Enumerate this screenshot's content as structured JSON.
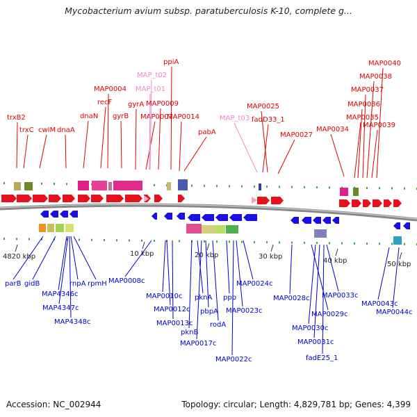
{
  "title": "Mycobacterium avium subsp. paratuberculosis K-10, complete g...",
  "accession_text": "Accession: NC_002944",
  "summary_text": "Topology: circular; Length: 4,829,781 bp; Genes: 4,399",
  "colors": {
    "forward_label": "#dd0000",
    "trna_label": "#ee88cc",
    "reverse_label": "#0000cc",
    "backbone": "#999999"
  },
  "ticks": [
    {
      "label": "4820 kbp"
    },
    {
      "label": "10 kbp"
    },
    {
      "label": "20 kbp"
    },
    {
      "label": "30 kbp"
    },
    {
      "label": "40 kbp"
    },
    {
      "label": "50 kbp"
    }
  ],
  "top_labels": [
    {
      "text": "trxB2",
      "kind": "gene"
    },
    {
      "text": "trxC",
      "kind": "gene"
    },
    {
      "text": "cwlM",
      "kind": "gene"
    },
    {
      "text": "dnaA",
      "kind": "gene"
    },
    {
      "text": "dnaN",
      "kind": "gene"
    },
    {
      "text": "recF",
      "kind": "gene"
    },
    {
      "text": "MAP0004",
      "kind": "gene"
    },
    {
      "text": "gyrB",
      "kind": "gene"
    },
    {
      "text": "gyrA",
      "kind": "gene"
    },
    {
      "text": "MAP0007",
      "kind": "gene"
    },
    {
      "text": "MAP_t01",
      "kind": "trna"
    },
    {
      "text": "MAP_t02",
      "kind": "trna"
    },
    {
      "text": "MAP0009",
      "kind": "gene"
    },
    {
      "text": "ppiA",
      "kind": "gene"
    },
    {
      "text": "MAP0014",
      "kind": "gene"
    },
    {
      "text": "pabA",
      "kind": "gene"
    },
    {
      "text": "MAP_t03",
      "kind": "trna"
    },
    {
      "text": "fadD33_1",
      "kind": "gene"
    },
    {
      "text": "MAP0025",
      "kind": "gene"
    },
    {
      "text": "MAP0027",
      "kind": "gene"
    },
    {
      "text": "MAP0034",
      "kind": "gene"
    },
    {
      "text": "MAP0035",
      "kind": "gene"
    },
    {
      "text": "MAP0036",
      "kind": "gene"
    },
    {
      "text": "MAP0037",
      "kind": "gene"
    },
    {
      "text": "MAP0038",
      "kind": "gene"
    },
    {
      "text": "MAP0039",
      "kind": "gene"
    },
    {
      "text": "MAP0040",
      "kind": "gene"
    }
  ],
  "bottom_labels": [
    {
      "text": "parB"
    },
    {
      "text": "gidB"
    },
    {
      "text": "MAP4346c"
    },
    {
      "text": "MAP4347c"
    },
    {
      "text": "MAP4348c"
    },
    {
      "text": "rnpA"
    },
    {
      "text": "rpmH"
    },
    {
      "text": "MAP0008c"
    },
    {
      "text": "MAP0010c"
    },
    {
      "text": "MAP0012c"
    },
    {
      "text": "MAP0013c"
    },
    {
      "text": "pknB"
    },
    {
      "text": "pknA"
    },
    {
      "text": "MAP0017c"
    },
    {
      "text": "pbpA"
    },
    {
      "text": "rodA"
    },
    {
      "text": "ppp"
    },
    {
      "text": "MAP0022c"
    },
    {
      "text": "MAP0023c"
    },
    {
      "text": "MAP0024c"
    },
    {
      "text": "MAP0028c"
    },
    {
      "text": "MAP0029c"
    },
    {
      "text": "MAP0030c"
    },
    {
      "text": "MAP0031c"
    },
    {
      "text": "fadE25_1"
    },
    {
      "text": "MAP0033c"
    },
    {
      "text": "MAP0043c"
    },
    {
      "text": "MAP0044c"
    }
  ]
}
